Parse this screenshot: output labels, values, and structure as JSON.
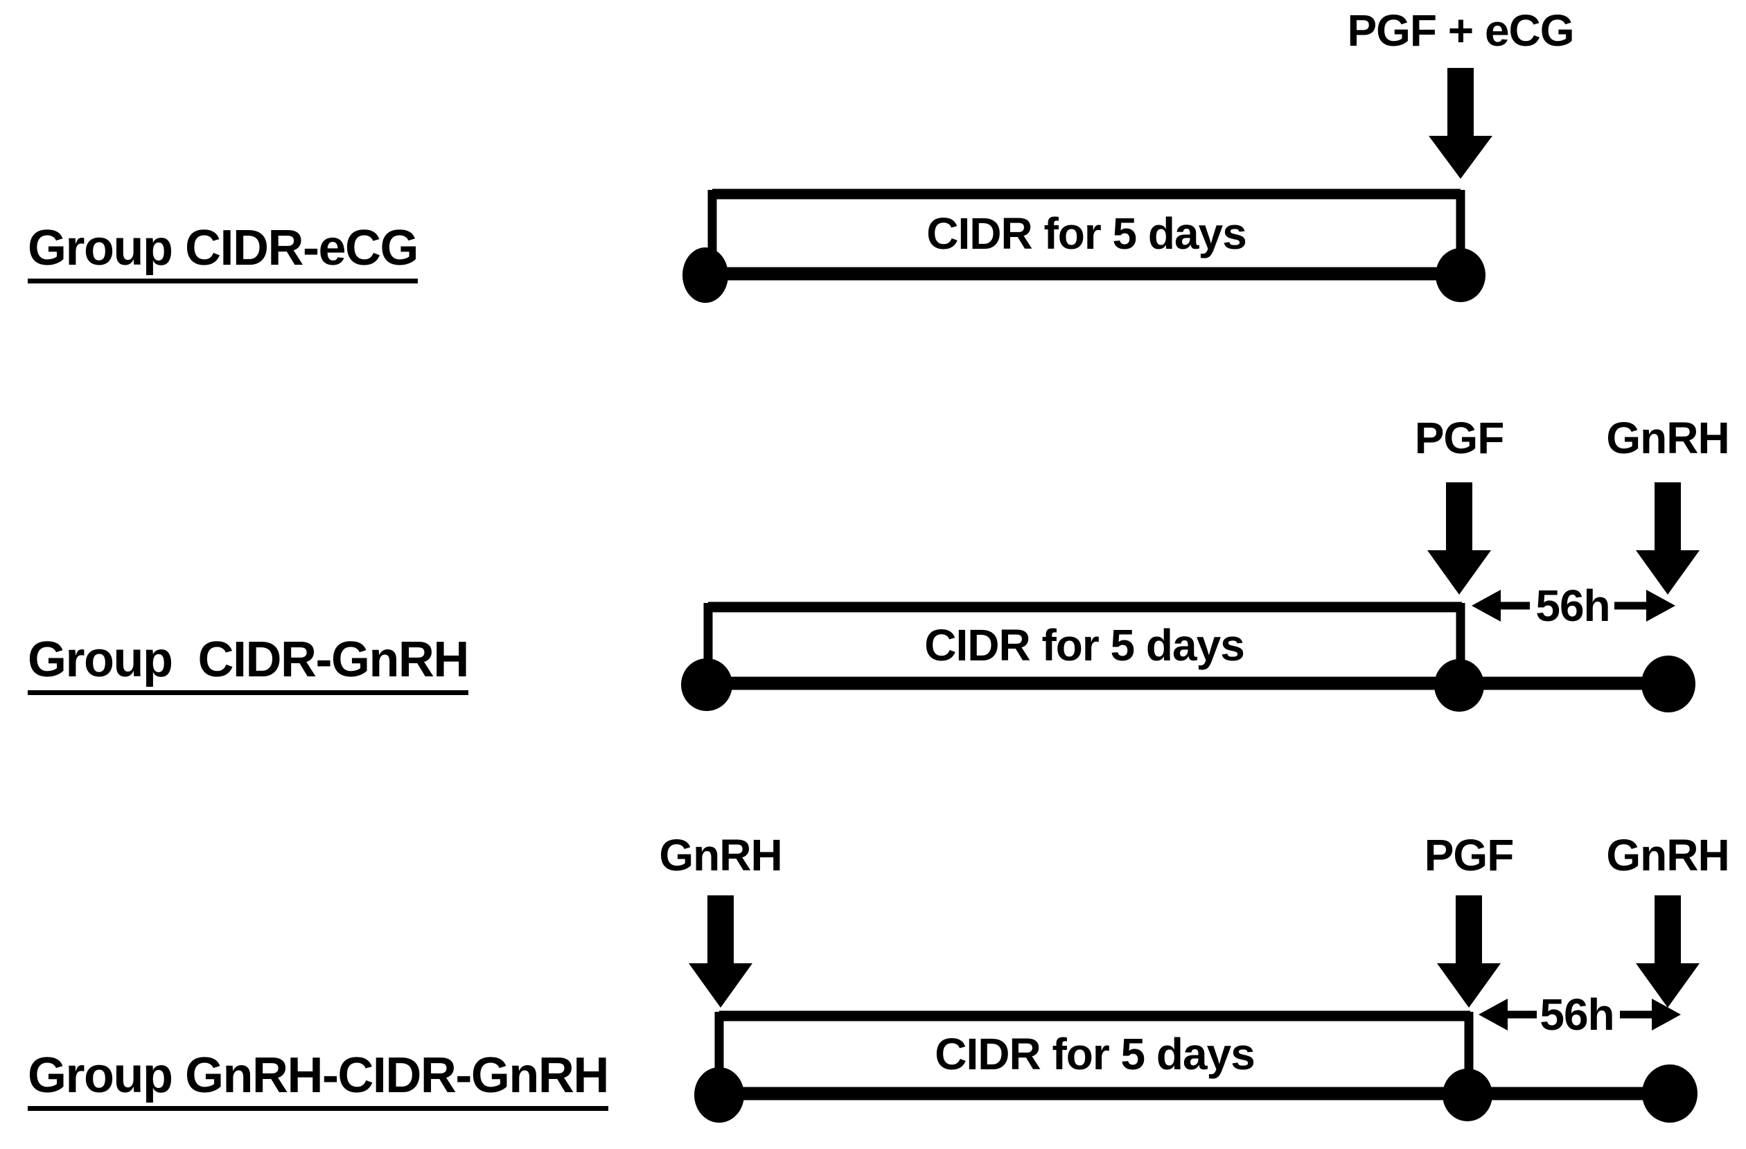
{
  "colors": {
    "ink": "#000000",
    "background": "#ffffff"
  },
  "icons": {
    "injection": "down-arrow-icon",
    "interval_left": "left-arrow-icon",
    "interval_right": "right-arrow-icon",
    "timepoint": "dot-marker"
  },
  "groups": [
    {
      "label": "Group CIDR-eCG",
      "box_label": "CIDR for 5 days",
      "events": {
        "end": "PGF + eCG"
      }
    },
    {
      "label": "Group  CIDR-GnRH",
      "box_label": "CIDR for 5 days",
      "events": {
        "pgf": "PGF",
        "gnrh": "GnRH"
      },
      "interval_label": "56h"
    },
    {
      "label": "Group GnRH-CIDR-GnRH",
      "box_label": "CIDR for 5 days",
      "events": {
        "start_gnrh": "GnRH",
        "pgf": "PGF",
        "gnrh": "GnRH"
      },
      "interval_label": "56h"
    }
  ]
}
